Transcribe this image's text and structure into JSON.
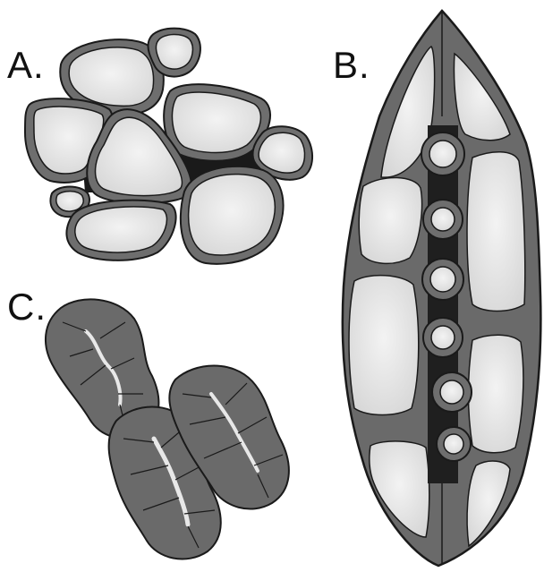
{
  "panels": [
    {
      "label": "A."
    },
    {
      "label": "B."
    },
    {
      "label": "C."
    }
  ],
  "colors": {
    "cell_wall": "#6e6e6e",
    "wall_outline": "#1a1a1a",
    "lumen": "#e6e6e6",
    "thick_wall": "#6a6a6a",
    "background": "#ffffff"
  }
}
